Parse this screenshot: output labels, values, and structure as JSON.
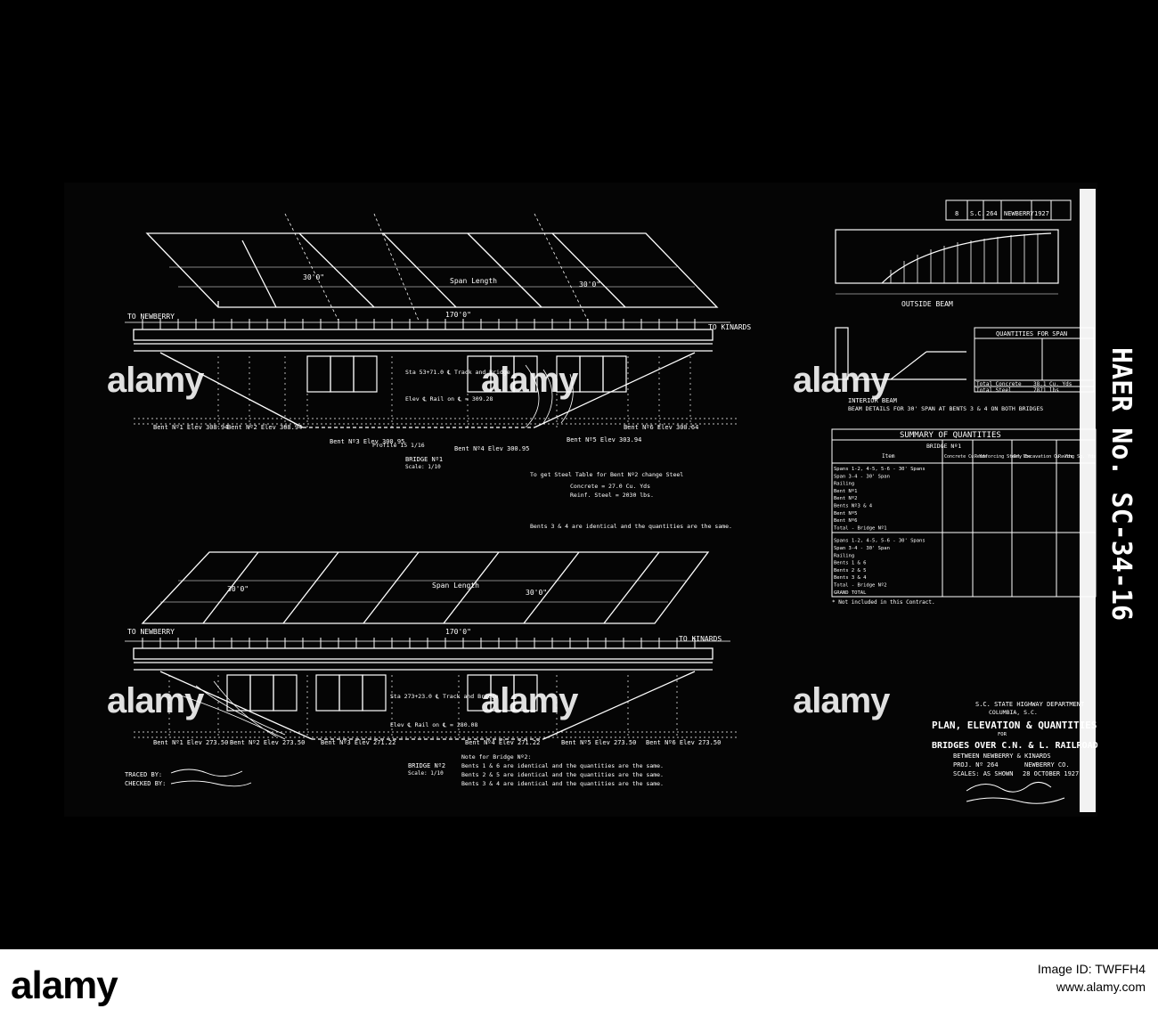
{
  "haer_number": "HAER No. SC-34-16",
  "watermark": "alamy",
  "header_block": {
    "cells": [
      "8",
      "S.C.",
      "264",
      "NEWBERRY",
      "1927"
    ]
  },
  "bridge1": {
    "to_left": "TO NEWBERRY",
    "to_right": "TO KINARDS",
    "length": "170'0\"",
    "span": "30'0\"",
    "scale": "BRIDGE Nº1",
    "scale_note": "Scale: 1/10",
    "bents": [
      "Bent Nº1 Elev 308.94",
      "Bent Nº2 Elev 308.94",
      "Bent Nº3 Elev 300.95",
      "Bent Nº4 Elev 300.95",
      "Bent Nº5 Elev 303.94",
      "Bent Nº6 Elev 300.64"
    ],
    "labels": [
      "Span Length",
      "Sta 53+71.0 ℄ Track and Bridge",
      "Elev ℄ Rail on ℄ = 309.28",
      "Profile 15 1/16"
    ],
    "notes": [
      "To get Steel Table for Bent Nº2 change Steel",
      "Concrete = 27.0 Cu. Yds",
      "Reinf. Steel = 2030 lbs.",
      "Bents 3 & 4 are identical and the quantities are the same."
    ]
  },
  "bridge2": {
    "to_left": "TO NEWBERRY",
    "to_right": "TO KINARDS",
    "length": "170'0\"",
    "span": "30'0\"",
    "scale": "BRIDGE Nº2",
    "scale_note": "Scale: 1/10",
    "bents": [
      "Bent Nº1 Elev 273.50",
      "Bent Nº2 Elev 273.50",
      "Bent Nº3 Elev 271.22",
      "Bent Nº4 Elev 271.22",
      "Bent Nº5 Elev 273.50",
      "Bent Nº6 Elev 273.50"
    ],
    "labels": [
      "Span Length",
      "Sta 273+23.0 ℄ Track and Bridge",
      "Elev ℄ Rail on ℄ = 280.08"
    ],
    "notes": [
      "Note for Bridge Nº2:",
      "Bents 1 & 6 are identical and the quantities are the same.",
      "Bents 2 & 5 are identical and the quantities are the same.",
      "Bents 3 & 4 are identical and the quantities are the same."
    ]
  },
  "outside_beam": {
    "label": "OUTSIDE BEAM"
  },
  "interior_beam": {
    "label": "INTERIOR BEAM",
    "caption": "BEAM DETAILS FOR 30' SPAN AT BENTS 3 & 4 ON BOTH BRIDGES"
  },
  "quantities_span": {
    "title": "QUANTITIES FOR SPAN",
    "rows": [
      [
        "Total Concrete",
        "38.1 Cu. Yds"
      ],
      [
        "Total Steel",
        "7871 lbs"
      ]
    ]
  },
  "summary": {
    "title": "SUMMARY OF QUANTITIES",
    "subtitle": "BRIDGE Nº1",
    "columns": [
      "Item",
      "Concrete Cu. Yds",
      "Reinforcing Steel lbs",
      "Dry Excavation Cu. Yds",
      "Paving Sq. Yds"
    ],
    "rows": [
      [
        "Spans 1-2, 4-5, 5-6 - 30' Spans",
        "",
        "",
        "",
        ""
      ],
      [
        "Span 3-4 - 30' Span",
        "",
        "",
        "",
        ""
      ],
      [
        "Railing",
        "",
        "",
        "",
        ""
      ],
      [
        "Bent Nº1",
        "",
        "",
        "",
        ""
      ],
      [
        "Bent Nº2",
        "",
        "",
        "",
        ""
      ],
      [
        "Bents Nº3 & 4",
        "",
        "",
        "",
        ""
      ],
      [
        "Bent Nº5",
        "",
        "",
        "",
        ""
      ],
      [
        "Bent Nº6",
        "",
        "",
        "",
        ""
      ],
      [
        "Total - Bridge Nº1",
        "",
        "",
        "",
        ""
      ],
      [
        "Spans 1-2, 4-5, 5-6 - 30' Spans",
        "",
        "",
        "",
        ""
      ],
      [
        "Span 3-4 - 30' Span",
        "",
        "",
        "",
        ""
      ],
      [
        "Railing",
        "",
        "",
        "",
        ""
      ],
      [
        "Bents 1 & 6",
        "",
        "",
        "",
        ""
      ],
      [
        "Bents 2 & 5",
        "",
        "",
        "",
        ""
      ],
      [
        "Bents 3 & 4",
        "",
        "",
        "",
        ""
      ],
      [
        "Total - Bridge Nº2",
        "",
        "",
        "",
        ""
      ],
      [
        "GRAND TOTAL",
        "",
        "",
        "",
        ""
      ]
    ],
    "footnote": "* Not included in this Contract."
  },
  "title_block": {
    "dept": "S.C. STATE HIGHWAY DEPARTMENT",
    "city": "COLUMBIA, S.C.",
    "title": "PLAN, ELEVATION & QUANTITIES",
    "for": "FOR",
    "subject": "BRIDGES OVER C.N. & L. RAILROAD",
    "between": "BETWEEN NEWBERRY & KINARDS",
    "proj": "PROJ. Nº 264",
    "county": "NEWBERRY CO.",
    "scale": "SCALES: AS SHOWN",
    "date": "28 OCTOBER 1927"
  },
  "traced": {
    "traced_by": "TRACED BY:",
    "checked_by": "CHECKED BY:"
  },
  "stock": {
    "logo": "alamy",
    "image_id": "Image ID: TWFFH4",
    "site": "www.alamy.com"
  }
}
